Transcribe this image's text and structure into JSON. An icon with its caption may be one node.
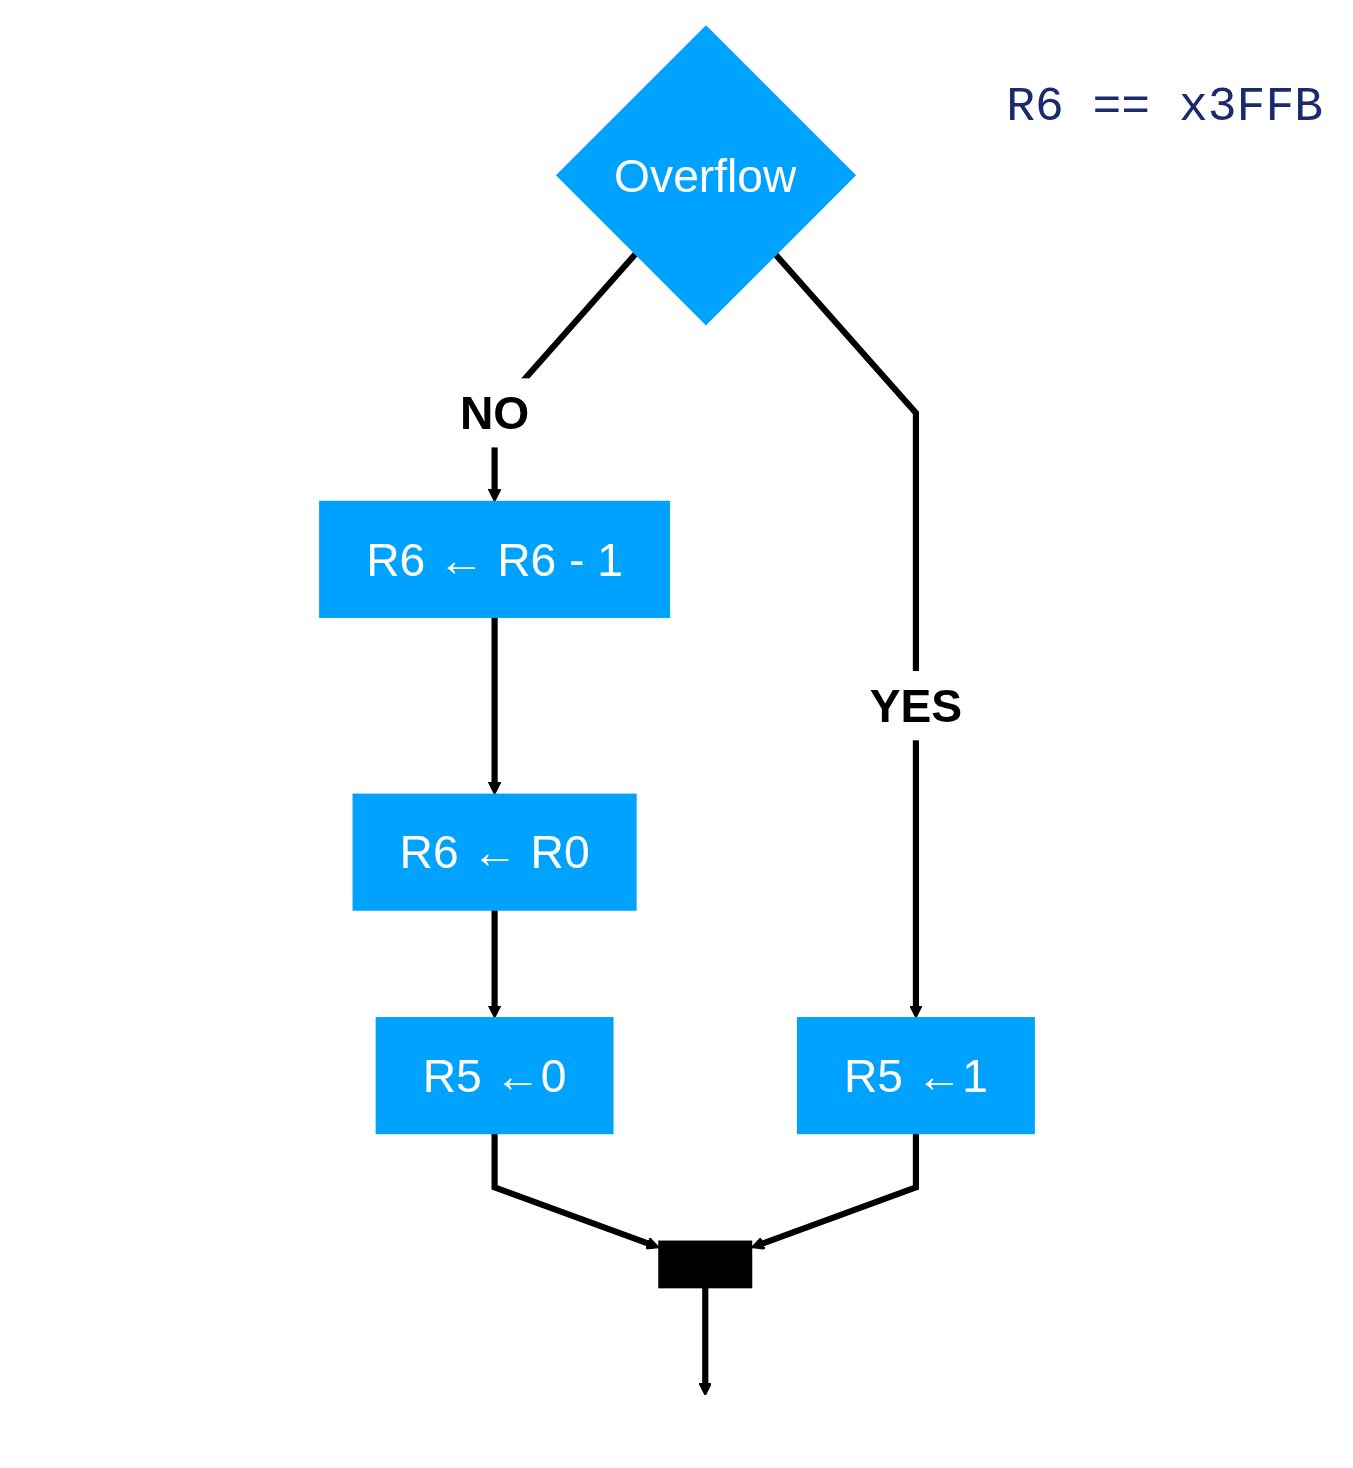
{
  "diagram": {
    "nodes": [
      {
        "text": [
          "Overflow"
        ],
        "beside": [
          "R6 == x3FFB"
        ]
      },
      {
        "text": [
          "R6 ← R6 - 1"
        ]
      },
      {
        "text": [
          "R6 ← R0"
        ]
      },
      {
        "text": [
          "R5 ←0"
        ]
      },
      {
        "text": [
          "R5 ←1"
        ]
      },
      {
        "text": [],
        "shape": "bar"
      }
    ],
    "edges": [
      {
        "from": 0,
        "to": 1,
        "label": "NO",
        "arrow": "to"
      },
      {
        "from": 0,
        "to": 4,
        "label": "YES",
        "arrow": "to"
      },
      {
        "from": 1,
        "to": 2,
        "arrow": "to"
      },
      {
        "from": 2,
        "to": 3,
        "arrow": "to"
      },
      {
        "from": 3,
        "to": 5,
        "arrow": "to"
      },
      {
        "from": 4,
        "to": 5,
        "arrow": "to"
      },
      {
        "from": 5,
        "to": null,
        "arrow": "to"
      }
    ]
  }
}
